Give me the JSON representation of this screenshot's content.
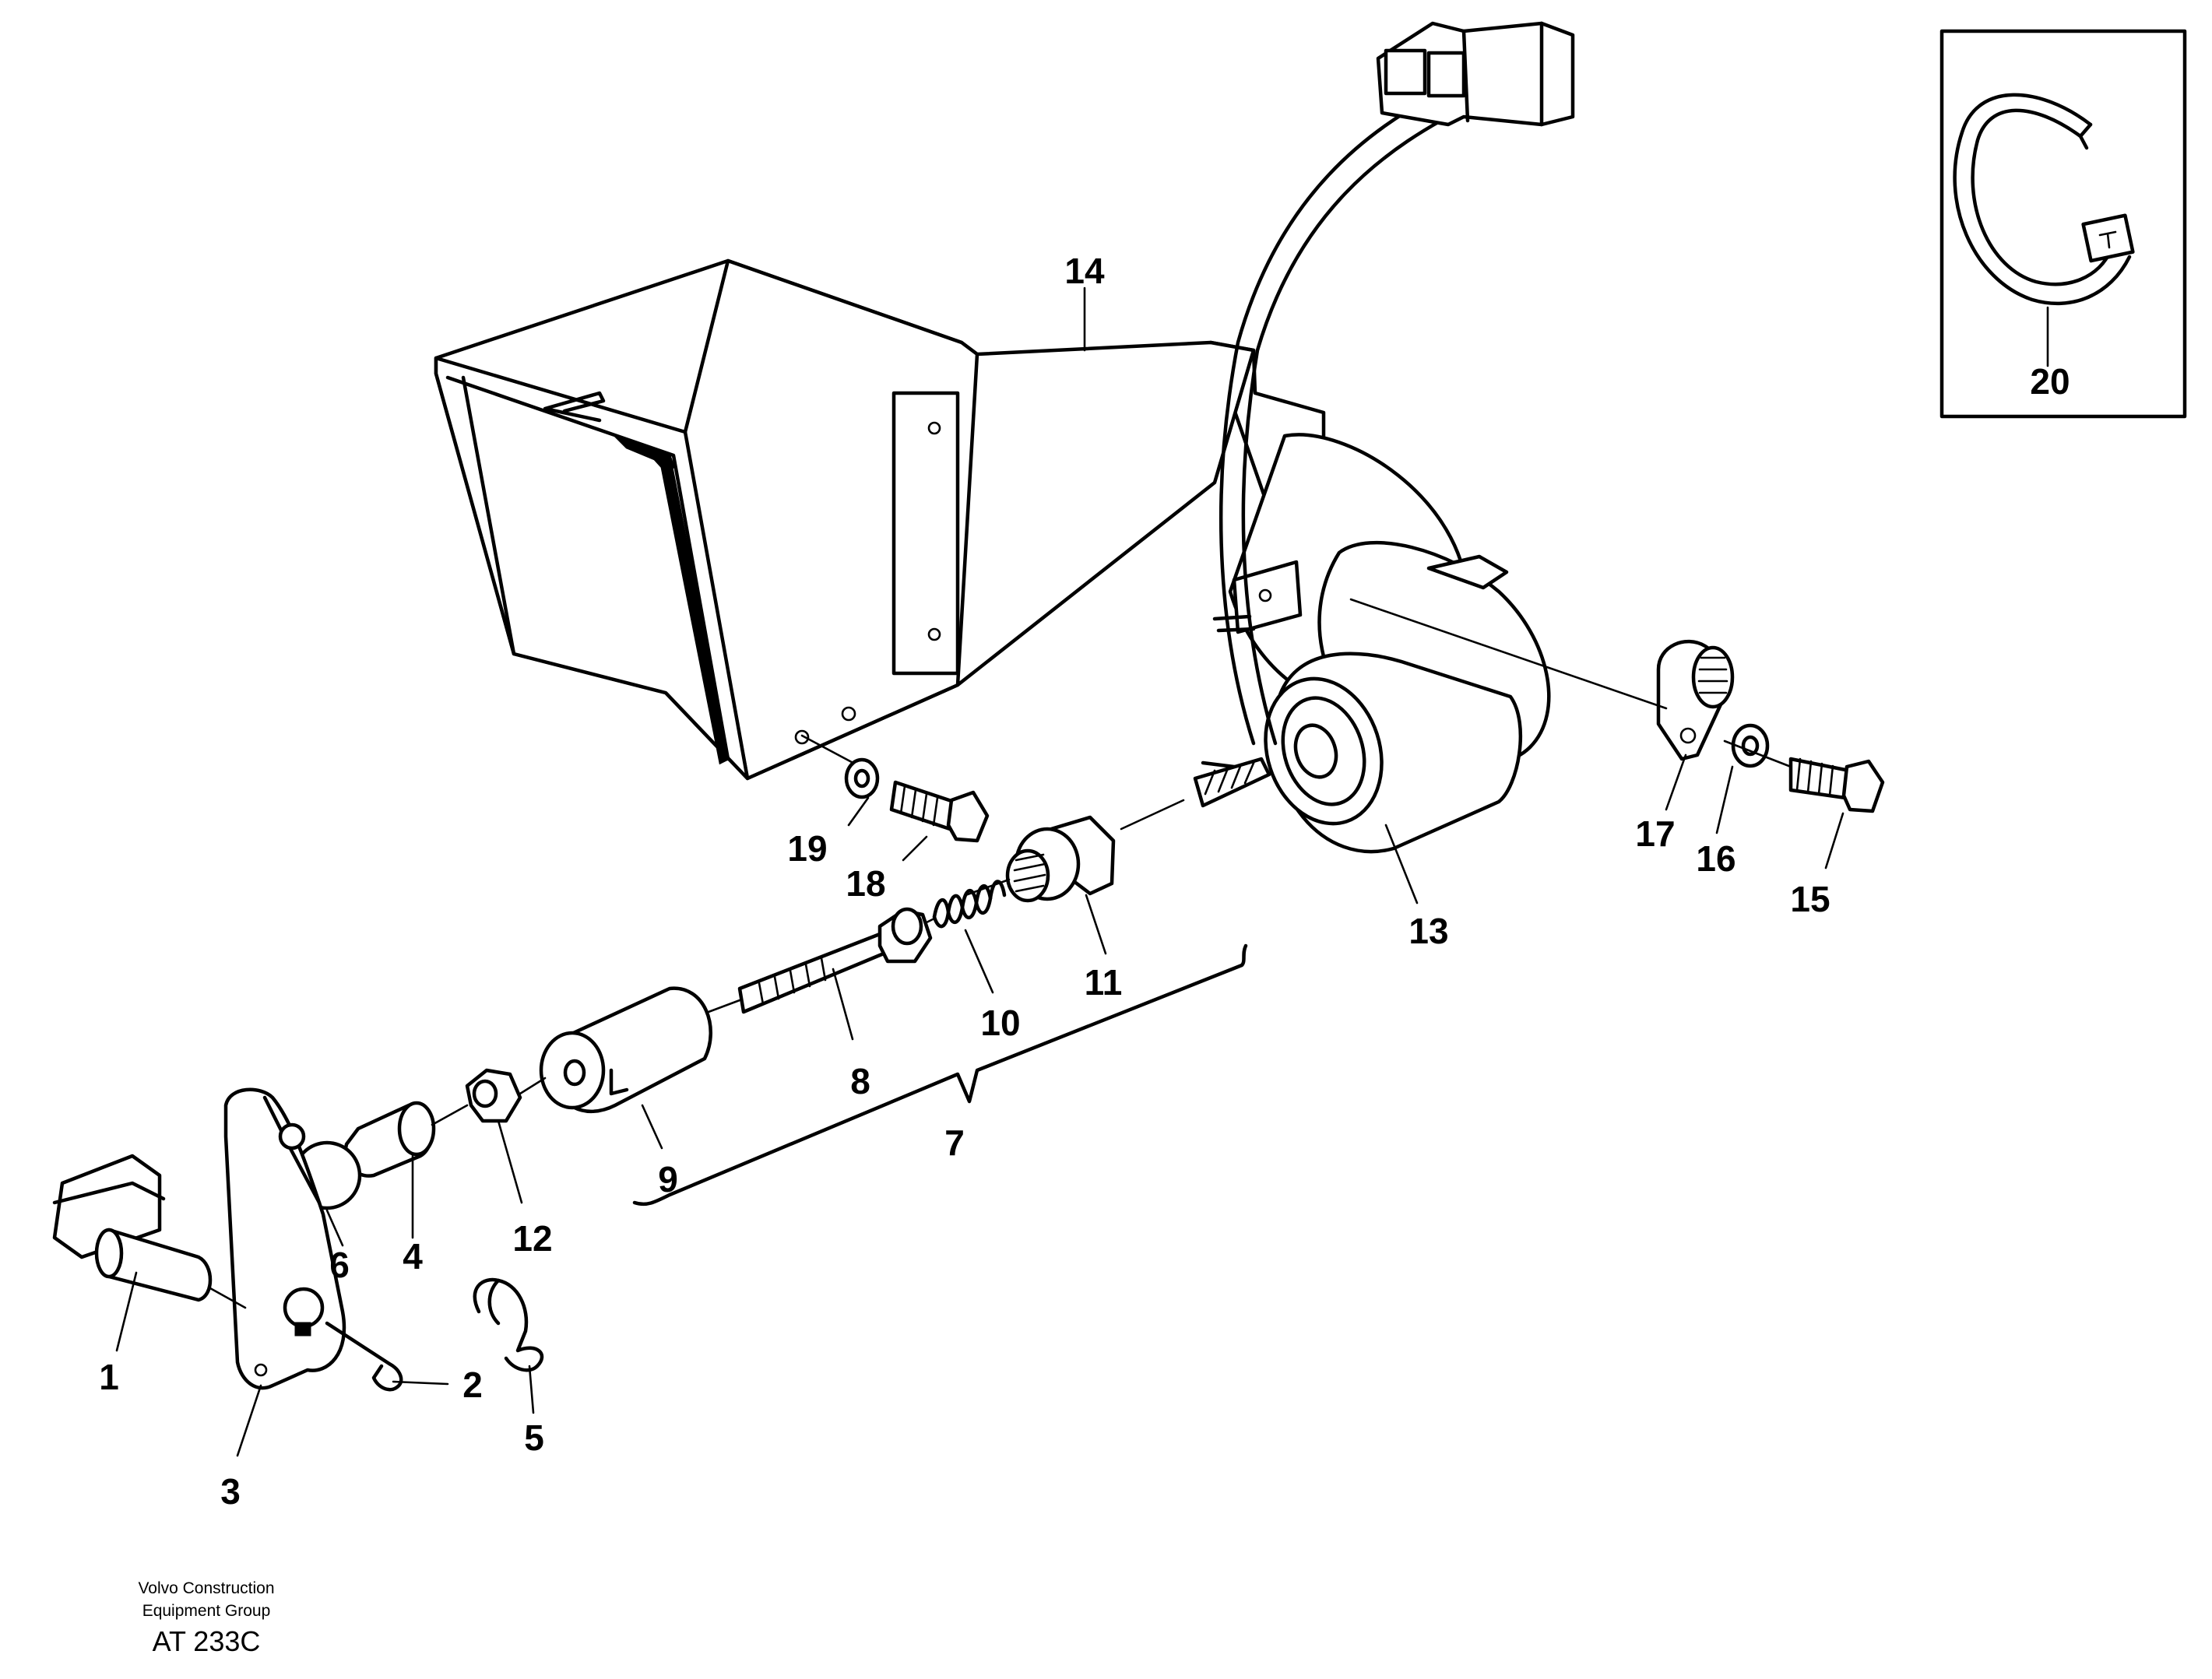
{
  "footer": {
    "company_line1": "Volvo Construction",
    "company_line2": "Equipment Group",
    "drawing_code": "AT 233C"
  },
  "callouts": [
    "1",
    "2",
    "3",
    "4",
    "5",
    "6",
    "7",
    "8",
    "9",
    "10",
    "11",
    "12",
    "13",
    "14",
    "15",
    "16",
    "17",
    "18",
    "19",
    "20"
  ]
}
